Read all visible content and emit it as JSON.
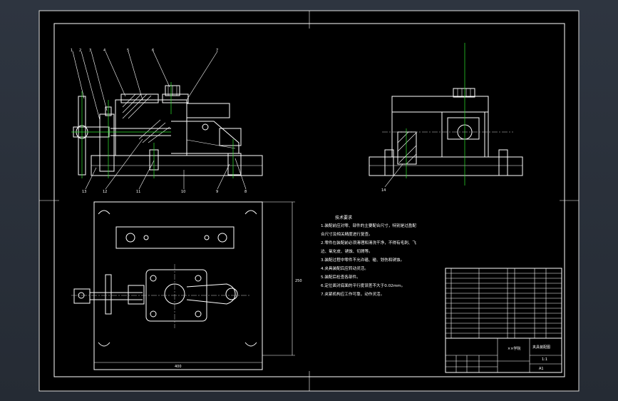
{
  "drawing": {
    "title_block": {
      "drawing_name": "夹具装配图",
      "school": "××学院",
      "scale": "1:1",
      "sheet": "A1"
    },
    "technical_requirements": {
      "heading": "技术要求",
      "lines": [
        "1.装配前应对零、部件的主要配合尺寸，特别是过盈配",
        "合尺寸及相关精度进行复查。",
        "2.零件在装配前必须清理和清洗干净，不得有毛刺、飞",
        "边、氧化皮、锈蚀、切屑等。",
        "3.装配过程中零件不允许磕、碰、划伤和锈蚀。",
        "4.夹具装配后应转动灵活。",
        "5.装配后检查各部件。",
        "6.定位面对底面的平行度误差不大于0.02mm。",
        "7.夹紧机构应工作可靠，动作灵活。"
      ]
    },
    "balloons_front": [
      "1",
      "2",
      "3",
      "4",
      "5",
      "6",
      "7"
    ],
    "balloons_front_bottom": [
      "13",
      "12",
      "11",
      "10",
      "9",
      "8"
    ],
    "balloon_side": "14",
    "dimensions": {
      "plan_width": "400",
      "plan_height": "250"
    }
  },
  "colors": {
    "background": "#000000",
    "frame": "#ffffff",
    "centerline": "#2ee82e"
  }
}
